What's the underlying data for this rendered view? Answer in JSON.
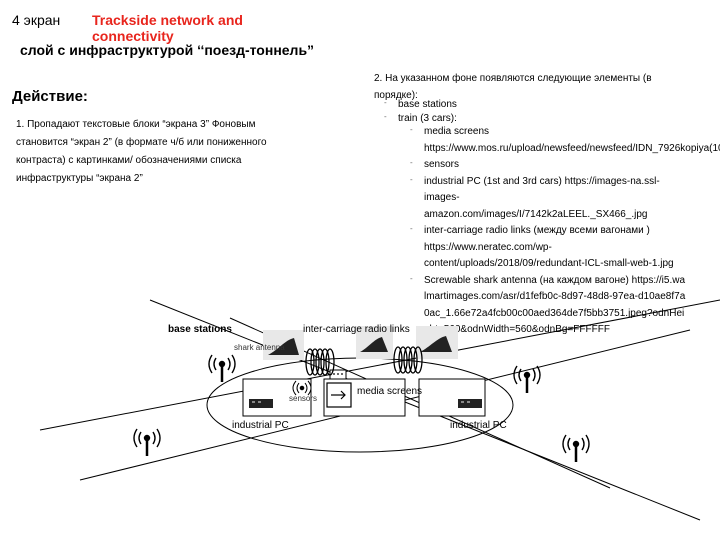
{
  "header": {
    "screen_label": "4 экран",
    "title": "Trackside network and connectivity",
    "subtitle": "слой с инфраструктурой ‘‘поезд-тоннель”",
    "action_heading": "Действие:"
  },
  "steps": {
    "step1": "1. Пропадают текстовые блоки “экрана 3” Фоновым становится “экран 2” (в формате ч/б или пониженного контраста) с картинками/ обозначениями списка инфраструктуры “экрана 2”",
    "step2": "2. На указанном фоне появляются следующие элементы (в порядке):",
    "top_bullets": [
      "base stations",
      "train (3 cars):"
    ],
    "sub_bullets": [
      "media screens https://www.mos.ru/upload/newsfeed/newsfeed/IDN_7926kopiya(10).jpg",
      "sensors",
      "industrial PC (1st and 3rd cars) https://images-na.ssl-images-amazon.com/images/I/7142k2aLEEL._SX466_.jpg",
      "inter-carriage radio links (между всеми вагонами ) https://www.neratec.com/wp-content/uploads/2018/09/redundant-ICL-small-web-1.jpg",
      "Screwable shark antenna (на каждом вагоне) https://i5.walmartimages.com/asr/d1fefb0c-8d97-48d8-97ea-d10ae8f7a0ac_1.66e72a4fcb00c00aed364de7f5bb3751.jpeg?odnHeight=560&odnWidth=560&odnBg=FFFFFF"
    ]
  },
  "diagram": {
    "base_stations_label": "base stations",
    "radio_links_label": "inter-carriage radio links",
    "shark_antenna_label": "shark antenna",
    "sensors_label": "sensors",
    "media_screens_label": "media screens",
    "industrial_pc_left_label": "industrial PC",
    "industrial_pc_right_label": "industrial PC"
  }
}
